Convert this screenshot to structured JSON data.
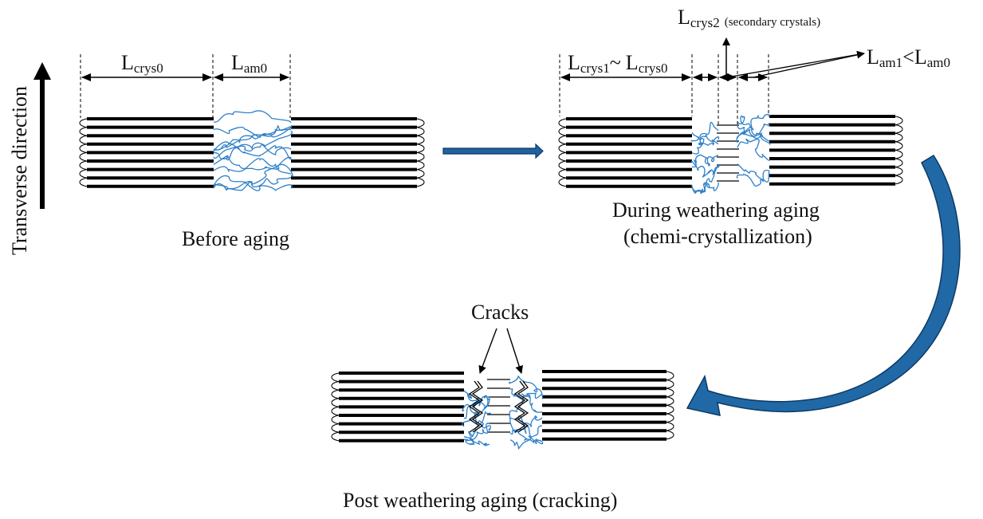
{
  "labels": {
    "transverse_direction": "Transverse direction",
    "before_aging": "Before aging",
    "during_aging_line1": "During weathering aging",
    "during_aging_line2": "(chemi-crystallization)",
    "post_aging": "Post weathering aging (cracking)",
    "cracks": "Cracks",
    "secondary_crystals_note": "(secondary crystals)"
  },
  "symbols": {
    "L": "L",
    "crys0": "crys0",
    "am0": "am0",
    "crys1": "crys1",
    "tilde": "~",
    "crys2": "crys2",
    "am1": "am1",
    "lt": "<"
  },
  "colors": {
    "lamella": "#000000",
    "amorphous_chain": "#2f80c8",
    "process_arrow": "#1f62a0",
    "process_arrow_stroke": "#0d3a63"
  }
}
